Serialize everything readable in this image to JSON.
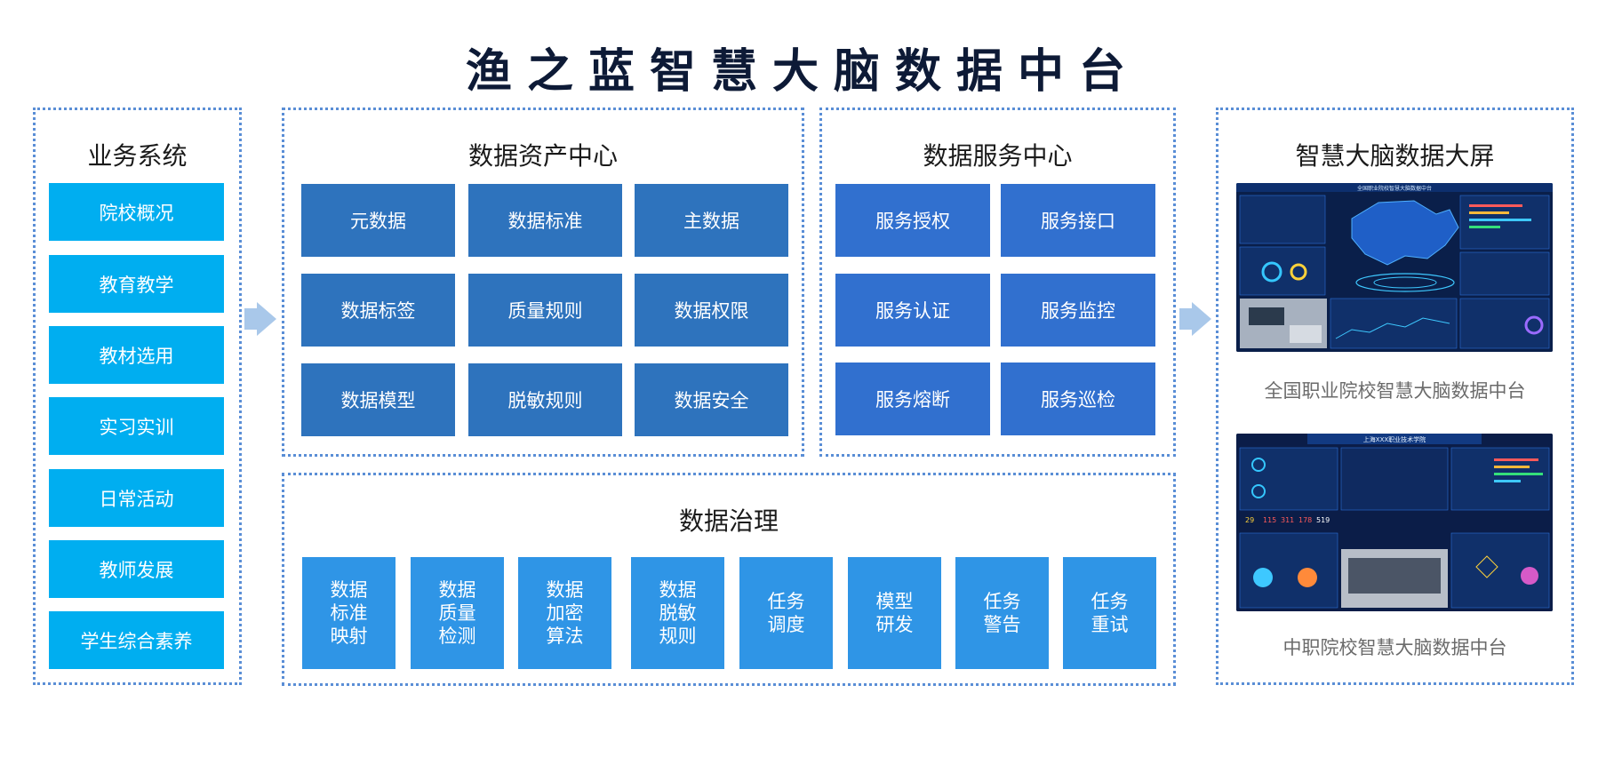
{
  "title": "渔之蓝智慧大脑数据中台",
  "business": {
    "title": "业务系统",
    "items": [
      "院校概况",
      "教育教学",
      "教材选用",
      "实习实训",
      "日常活动",
      "教师发展",
      "学生综合素养"
    ]
  },
  "asset_center": {
    "title": "数据资产中心",
    "items": [
      "元数据",
      "数据标准",
      "主数据",
      "数据标签",
      "质量规则",
      "数据权限",
      "数据模型",
      "脱敏规则",
      "数据安全"
    ]
  },
  "service_center": {
    "title": "数据服务中心",
    "items": [
      "服务授权",
      "服务接口",
      "服务认证",
      "服务监控",
      "服务熔断",
      "服务巡检"
    ]
  },
  "governance": {
    "title": "数据治理",
    "items": [
      [
        "数据",
        "标准",
        "映射"
      ],
      [
        "数据",
        "质量",
        "检测"
      ],
      [
        "数据",
        "加密",
        "算法"
      ],
      [
        "数据",
        "脱敏",
        "规则"
      ],
      [
        "任务",
        "调度"
      ],
      [
        "模型",
        "研发"
      ],
      [
        "任务",
        "警告"
      ],
      [
        "任务",
        "重试"
      ]
    ]
  },
  "big_screen": {
    "title": "智慧大脑数据大屏",
    "screens": [
      {
        "caption": "全国职业院校智慧大脑数据中台",
        "banner": "全国职业院校智慧大脑数据中台"
      },
      {
        "caption": "中职院校智慧大脑数据中台",
        "banner": "上海XXX职业技术学院",
        "numbers": [
          "29",
          "115",
          "311",
          "178",
          "519"
        ]
      }
    ]
  },
  "colors": {
    "panel_border": "#5a8ed6",
    "business_tile": "#00aef0",
    "asset_tile": "#2e73bd",
    "service_tile": "#3170cf",
    "governance_tile": "#2f95e6",
    "arrow": "#a9c8ea",
    "dashboard_bg": "#0a1f4a"
  }
}
